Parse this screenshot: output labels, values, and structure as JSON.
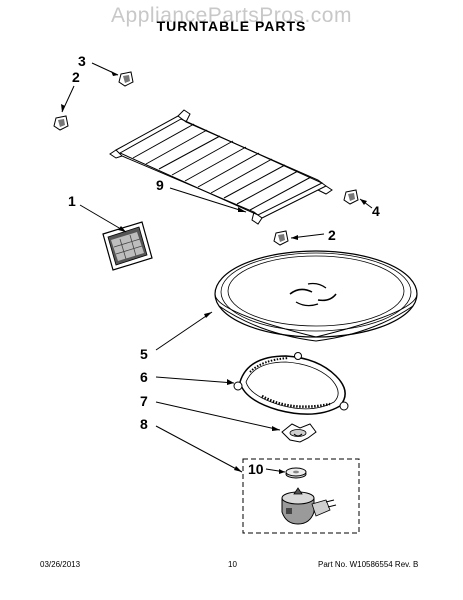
{
  "watermark": "AppliancePartsPros.com",
  "title": "TURNTABLE PARTS",
  "callouts": {
    "c3": "3",
    "c2a": "2",
    "c1": "1",
    "c9": "9",
    "c4": "4",
    "c2b": "2",
    "c5": "5",
    "c6": "6",
    "c7": "7",
    "c8": "8",
    "c10": "10"
  },
  "footer": {
    "date": "03/26/2013",
    "page": "10",
    "part": "Part No. W10586554  Rev. B"
  }
}
